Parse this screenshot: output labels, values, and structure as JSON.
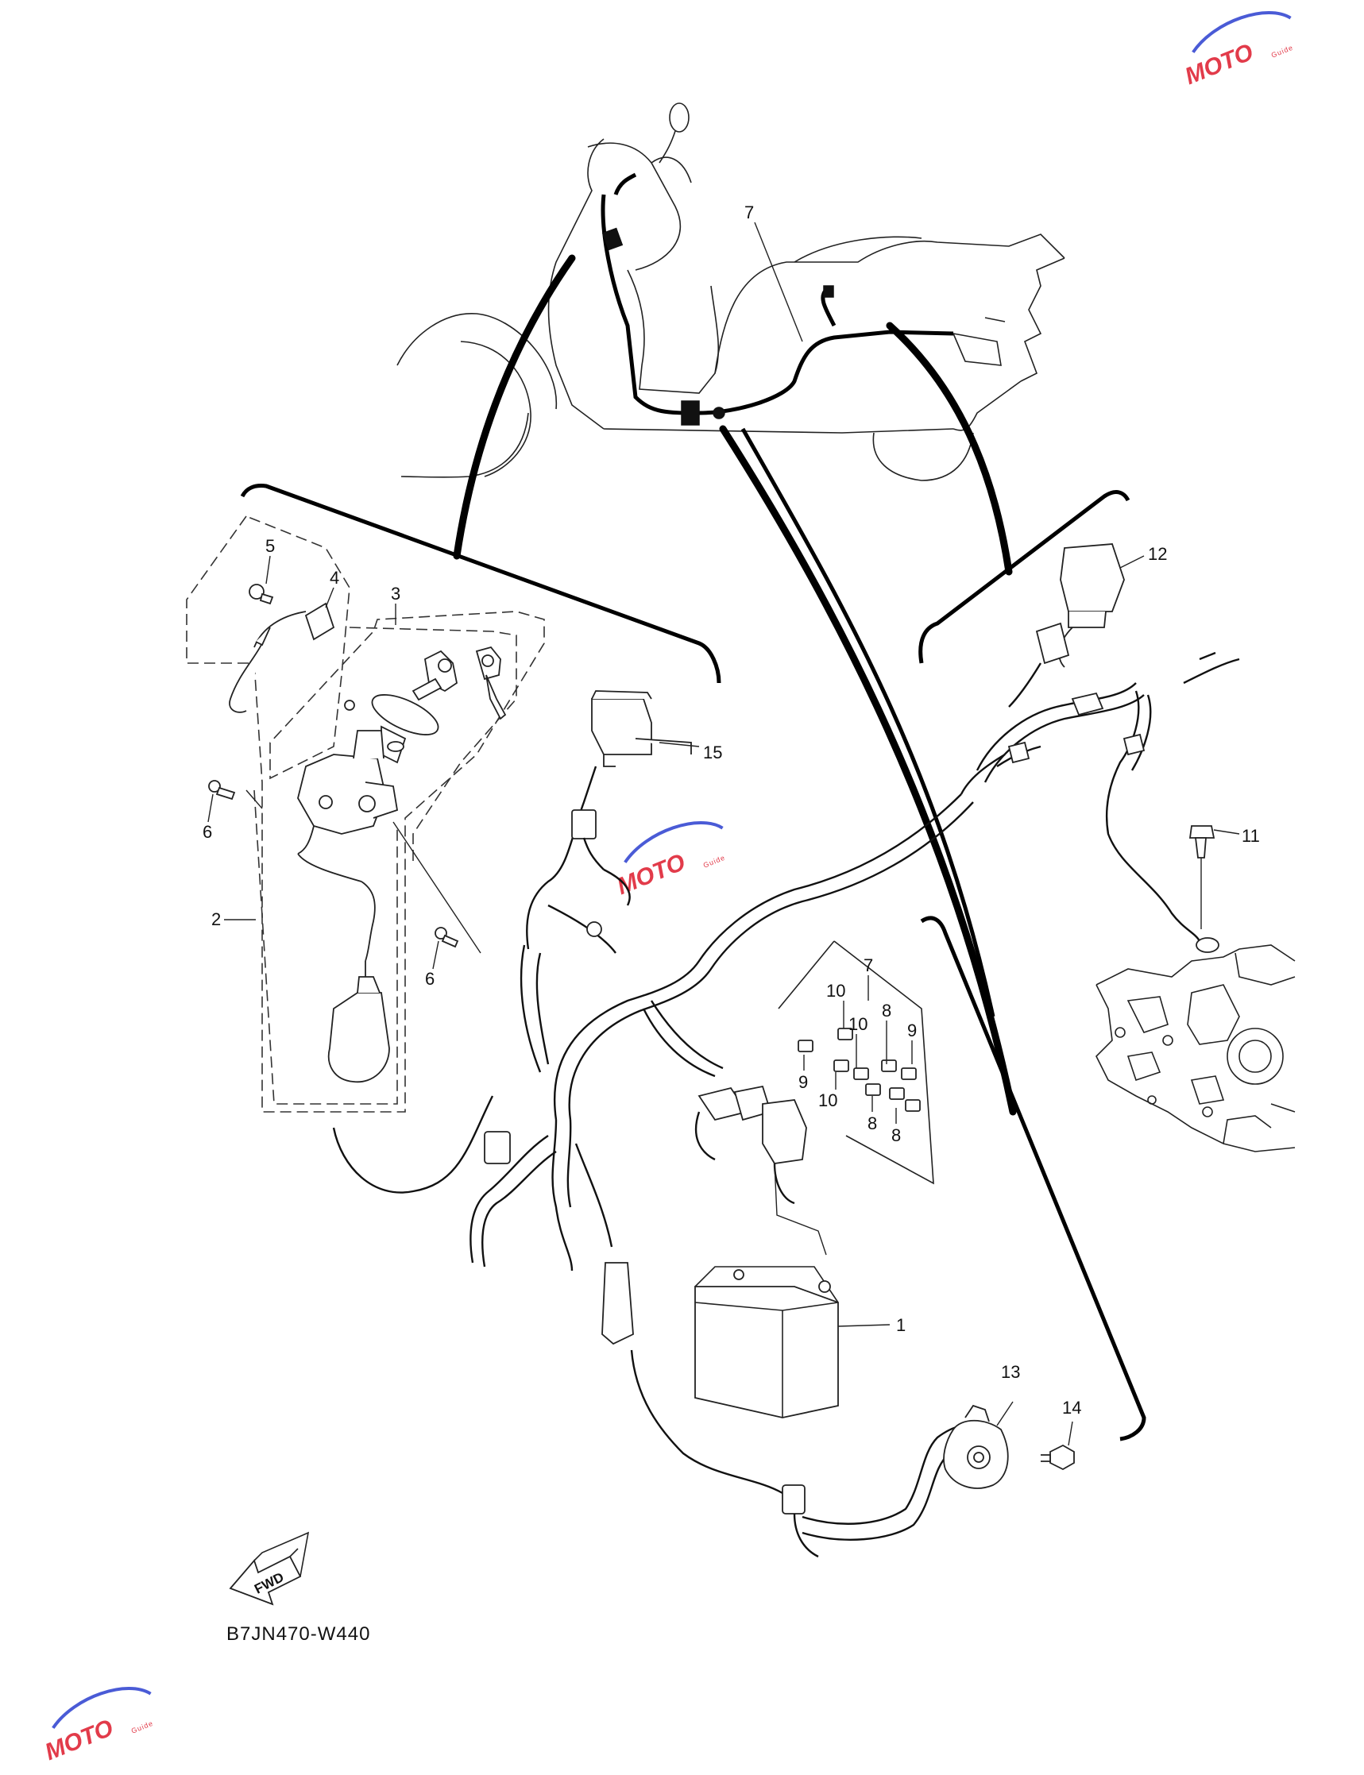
{
  "diagram": {
    "code": "B7JN470-W440",
    "fwd_label": "FWD",
    "callouts": {
      "c1": "1",
      "c2": "2",
      "c3": "3",
      "c4": "4",
      "c5": "5",
      "c6a": "6",
      "c6b": "6",
      "c7top": "7",
      "c7fuse": "7",
      "c8a": "8",
      "c8b": "8",
      "c8c": "8",
      "c9a": "9",
      "c9b": "9",
      "c10a": "10",
      "c10b": "10",
      "c10c": "10",
      "c11": "11",
      "c12": "12",
      "c13": "13",
      "c14": "14",
      "c15": "15"
    }
  },
  "watermark": {
    "brand": "MOTO",
    "tagline": "Guide"
  },
  "colors": {
    "line": "#000000",
    "watermark": "#e23b4a",
    "watermark_swoosh": "#4a5bd6"
  }
}
